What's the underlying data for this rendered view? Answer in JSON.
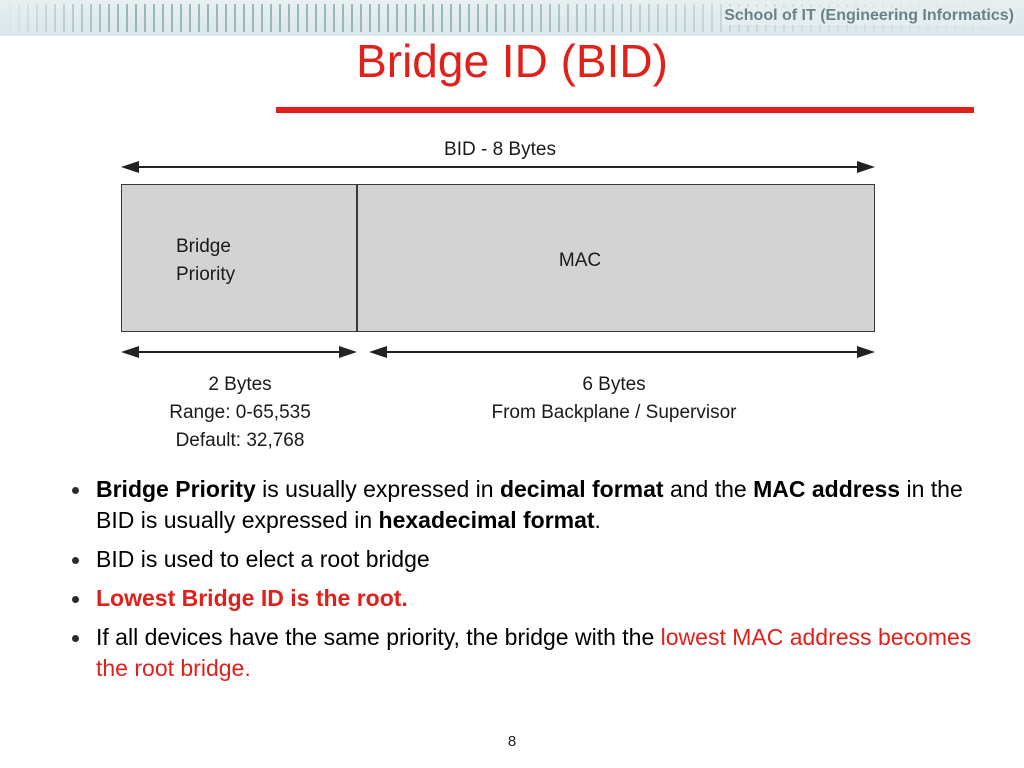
{
  "header": {
    "label": "School of IT (Engineering Informatics)"
  },
  "slide": {
    "title": "Bridge ID (BID)",
    "page_number": "8"
  },
  "diagram": {
    "top_label": "BID - 8 Bytes",
    "left_field": "Bridge\nPriority",
    "right_field": "MAC",
    "left_caption": [
      "2 Bytes",
      "Range: 0-65,535",
      "Default: 32,768"
    ],
    "right_caption": [
      "6 Bytes",
      "From Backplane / Supervisor"
    ]
  },
  "bullets": {
    "b1": {
      "p1": "Bridge Priority",
      "p2": " is usually expressed in ",
      "p3": "decimal format",
      "p4": " and the ",
      "p5": "MAC address",
      "p6": " in the BID is usually expressed in ",
      "p7": "hexadecimal format",
      "p8": "."
    },
    "b2": {
      "p1": "BID is used to elect a root bridge"
    },
    "b3": {
      "p1": "Lowest Bridge ID is the root."
    },
    "b4": {
      "p1": "If all devices have the same priority, the bridge with the ",
      "p2": "lowest MAC address becomes the root bridge."
    }
  },
  "colors": {
    "accent_red": "#e0201b",
    "field_fill": "#d3d3d3",
    "header_text": "#6a8289"
  }
}
